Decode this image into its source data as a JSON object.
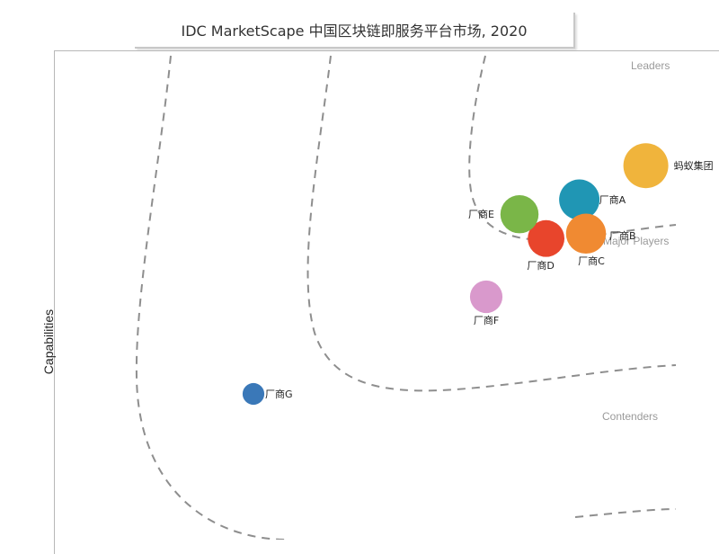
{
  "chart_data": {
    "type": "scatter",
    "title": "IDC MarketScape 中国区块链即服务平台市场, 2020",
    "ylabel": "Capabilities",
    "xlabel": "",
    "grid": false,
    "zones": [
      "Leaders",
      "Major Players",
      "Contenders"
    ],
    "points": [
      {
        "label": "蚂蚁集团",
        "x": 0.89,
        "y": 0.77,
        "size": 1.0,
        "color": "#f0b43c"
      },
      {
        "label": "厂商A",
        "x": 0.79,
        "y": 0.7,
        "size": 0.78,
        "color": "#2096b4"
      },
      {
        "label": "厂商B",
        "x": 0.8,
        "y": 0.63,
        "size": 0.76,
        "color": "#f08a32"
      },
      {
        "label": "厂商C",
        "x": 0.8,
        "y": 0.63,
        "size": 0.0,
        "color": "#f08a32"
      },
      {
        "label": "厂商D",
        "x": 0.74,
        "y": 0.62,
        "size": 0.62,
        "color": "#e8452c"
      },
      {
        "label": "厂商E",
        "x": 0.7,
        "y": 0.67,
        "size": 0.68,
        "color": "#7ab648"
      },
      {
        "label": "厂商F",
        "x": 0.65,
        "y": 0.5,
        "size": 0.46,
        "color": "#d999cc"
      },
      {
        "label": "厂商G",
        "x": 0.3,
        "y": 0.3,
        "size": 0.16,
        "color": "#3a78b8"
      }
    ]
  }
}
